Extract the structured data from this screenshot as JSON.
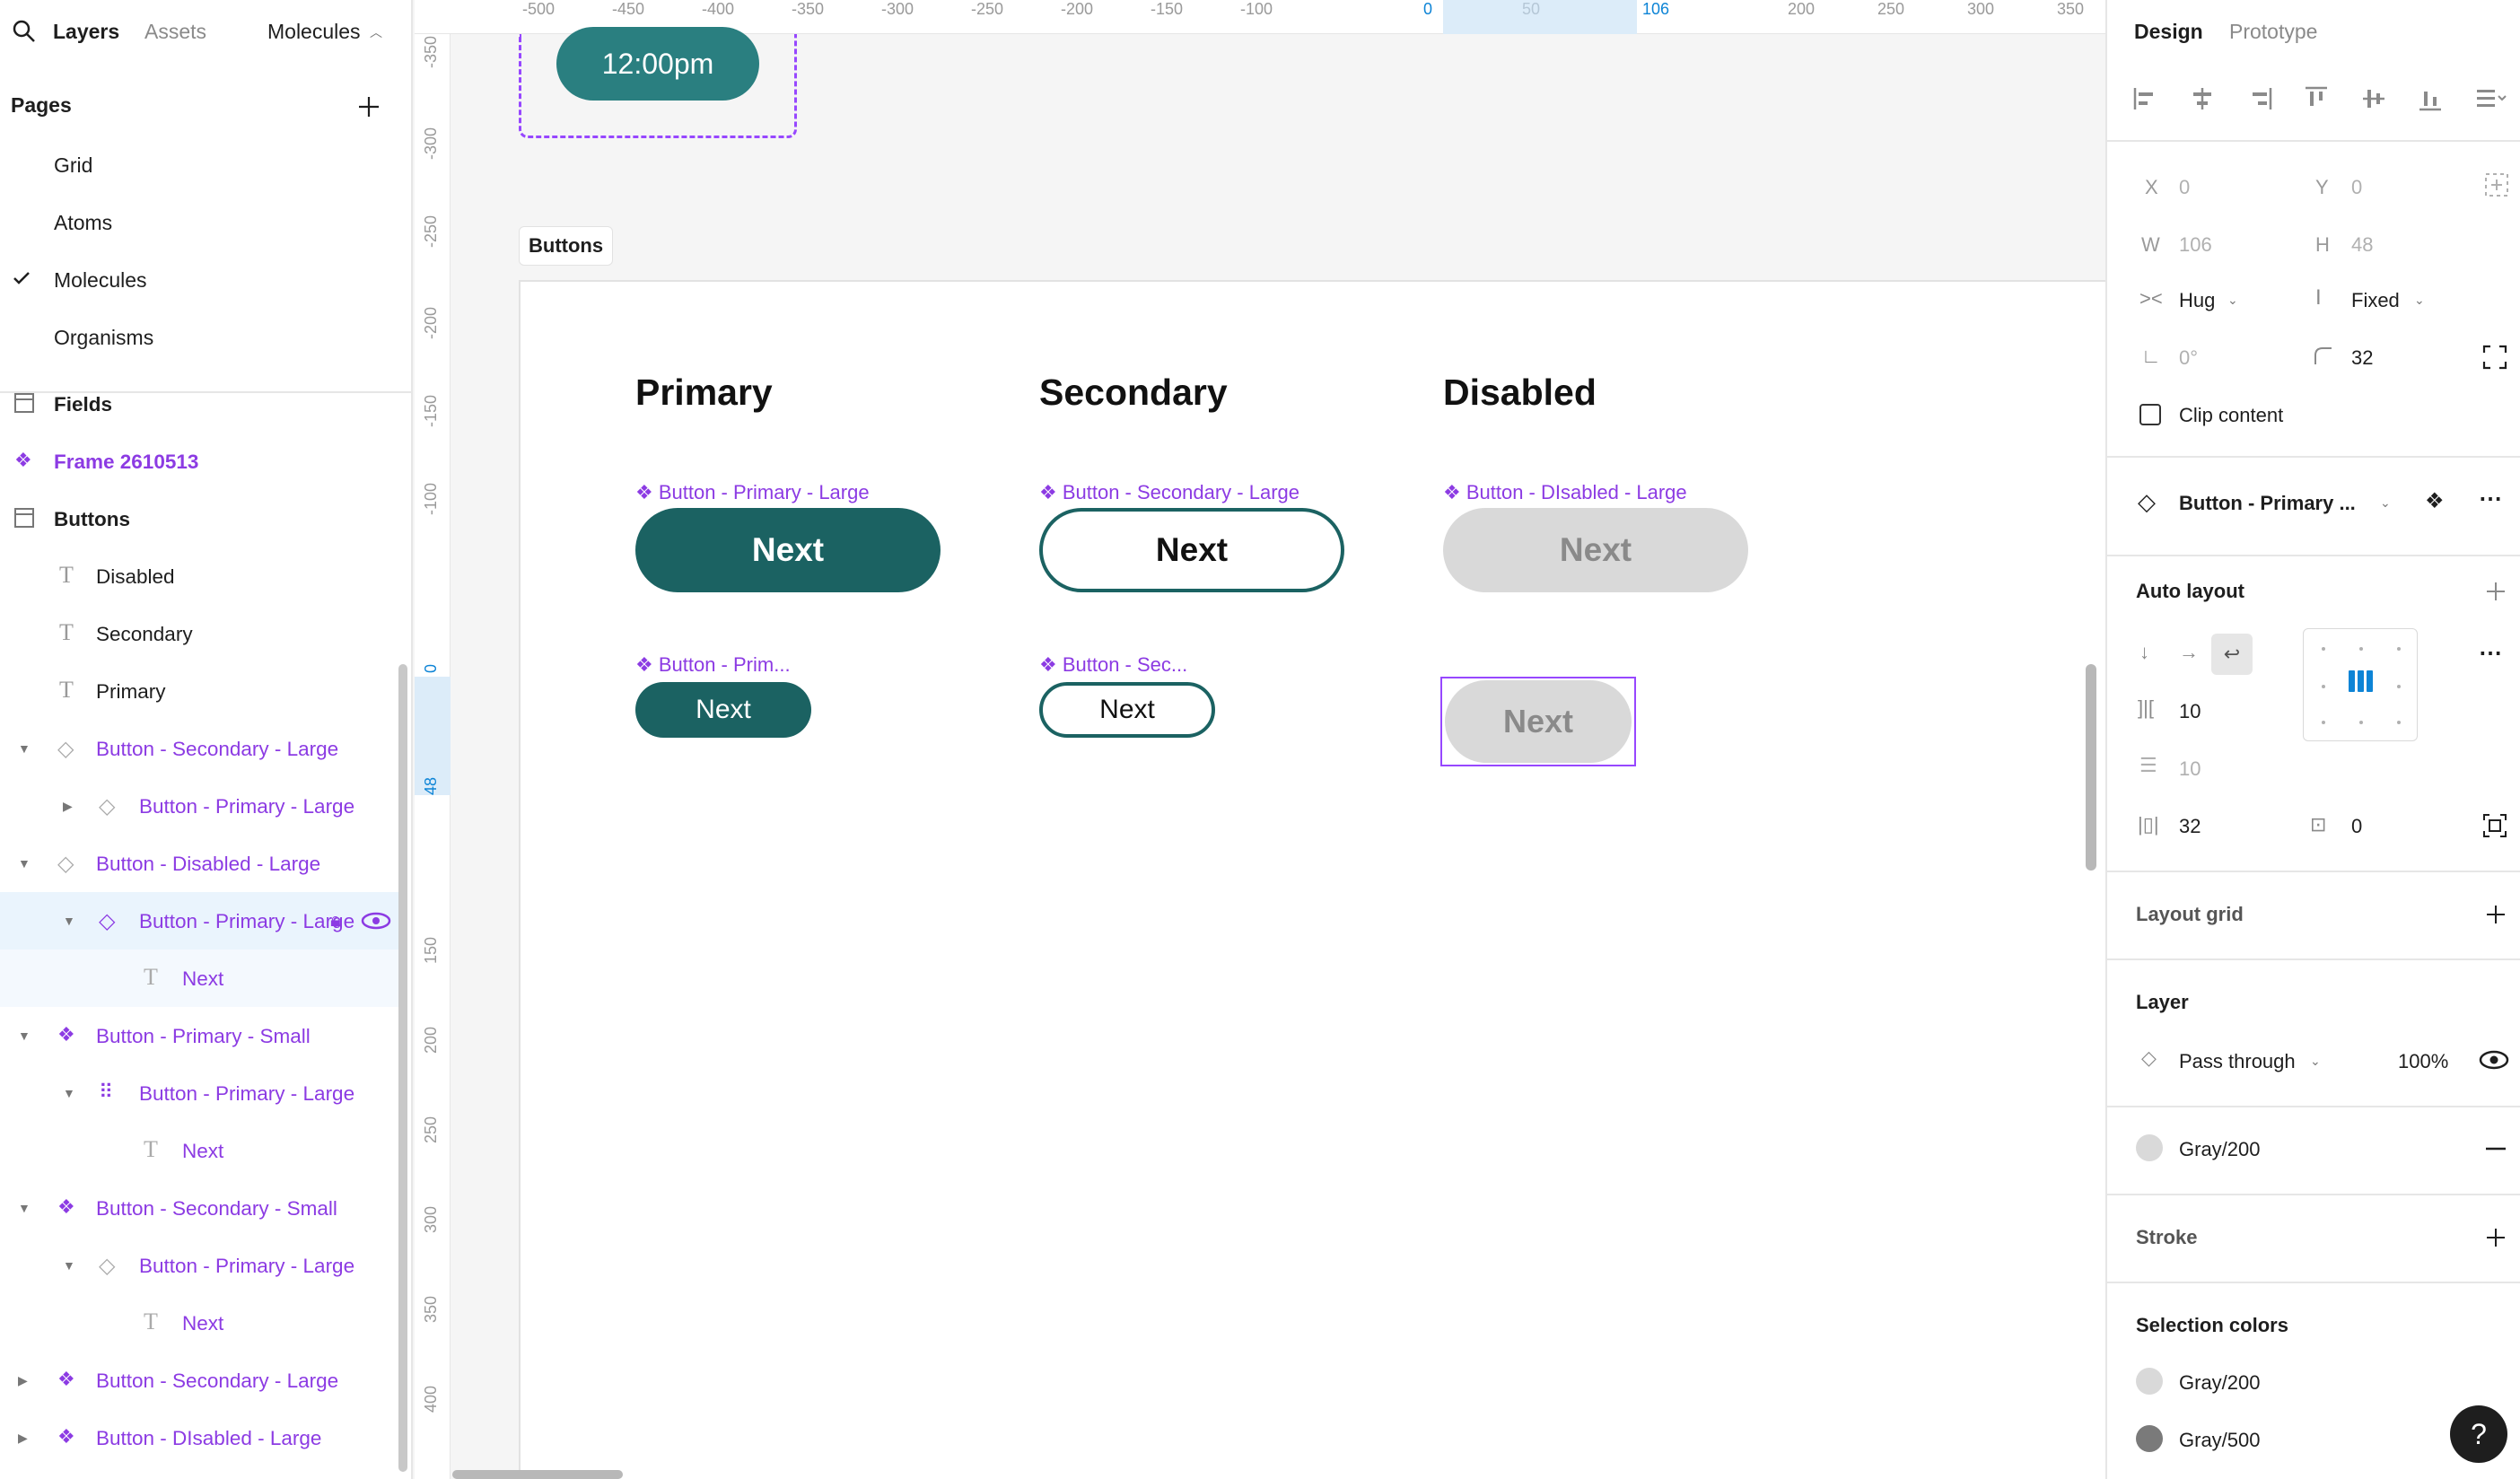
{
  "left_panel": {
    "tabs": {
      "layers": "Layers",
      "assets": "Assets",
      "page_switch": "Molecules"
    },
    "pages_title": "Pages",
    "pages": [
      "Grid",
      "Atoms",
      "Molecules",
      "Organisms"
    ],
    "active_page": "Molecules",
    "layers": [
      "Fields",
      "Frame 2610513",
      "Buttons",
      "Disabled",
      "Secondary",
      "Primary",
      "Button - Secondary - Large",
      "Button - Primary - Large",
      "Button - Disabled - Large",
      "Button - Primary - Large",
      "Next",
      "Button - Primary - Small",
      "Button - Primary - Large",
      "Next",
      "Button - Secondary - Small",
      "Button - Primary - Large",
      "Next",
      "Button - Secondary - Large",
      "Button - DIsabled - Large"
    ]
  },
  "ruler": {
    "top": [
      "-500",
      "-450",
      "-400",
      "-350",
      "-300",
      "-250",
      "-200",
      "-150",
      "-100",
      "0",
      "50",
      "106",
      "200",
      "250",
      "300",
      "350"
    ],
    "left": [
      "-350",
      "-300",
      "-250",
      "-200",
      "-150",
      "-100",
      "0",
      "48",
      "150",
      "200",
      "250",
      "300",
      "350",
      "400"
    ]
  },
  "canvas": {
    "time_chip": "12:00pm",
    "frame_label": "Buttons",
    "headings": {
      "primary": "Primary",
      "secondary": "Secondary",
      "disabled": "Disabled"
    },
    "component_labels": {
      "primary_large": "Button - Primary - Large",
      "secondary_large": "Button - Secondary - Large",
      "disabled_large": "Button - DIsabled - Large",
      "primary_small": "Button - Prim...",
      "secondary_small": "Button - Sec..."
    },
    "button_text": "Next"
  },
  "right_panel": {
    "tabs": {
      "design": "Design",
      "prototype": "Prototype"
    },
    "x_label": "X",
    "x": "0",
    "y_label": "Y",
    "y": "0",
    "w_label": "W",
    "w": "106",
    "h_label": "H",
    "h": "48",
    "hug": "Hug",
    "fixed": "Fixed",
    "rotation": "0°",
    "radius": "32",
    "clip_content": "Clip content",
    "component": "Button - Primary ...",
    "auto_layout": "Auto layout",
    "gap": "10",
    "gap2": "10",
    "pad_h": "32",
    "pad_v": "0",
    "layout_grid": "Layout grid",
    "layer": "Layer",
    "blend": "Pass through",
    "opacity": "100%",
    "fill_name": "Gray/200",
    "stroke": "Stroke",
    "selection_colors": "Selection colors",
    "sel_colors": [
      {
        "name": "Gray/200",
        "hex": "#d9d9d9"
      },
      {
        "name": "Gray/500",
        "hex": "#7a7a7a"
      }
    ],
    "help": "?"
  }
}
